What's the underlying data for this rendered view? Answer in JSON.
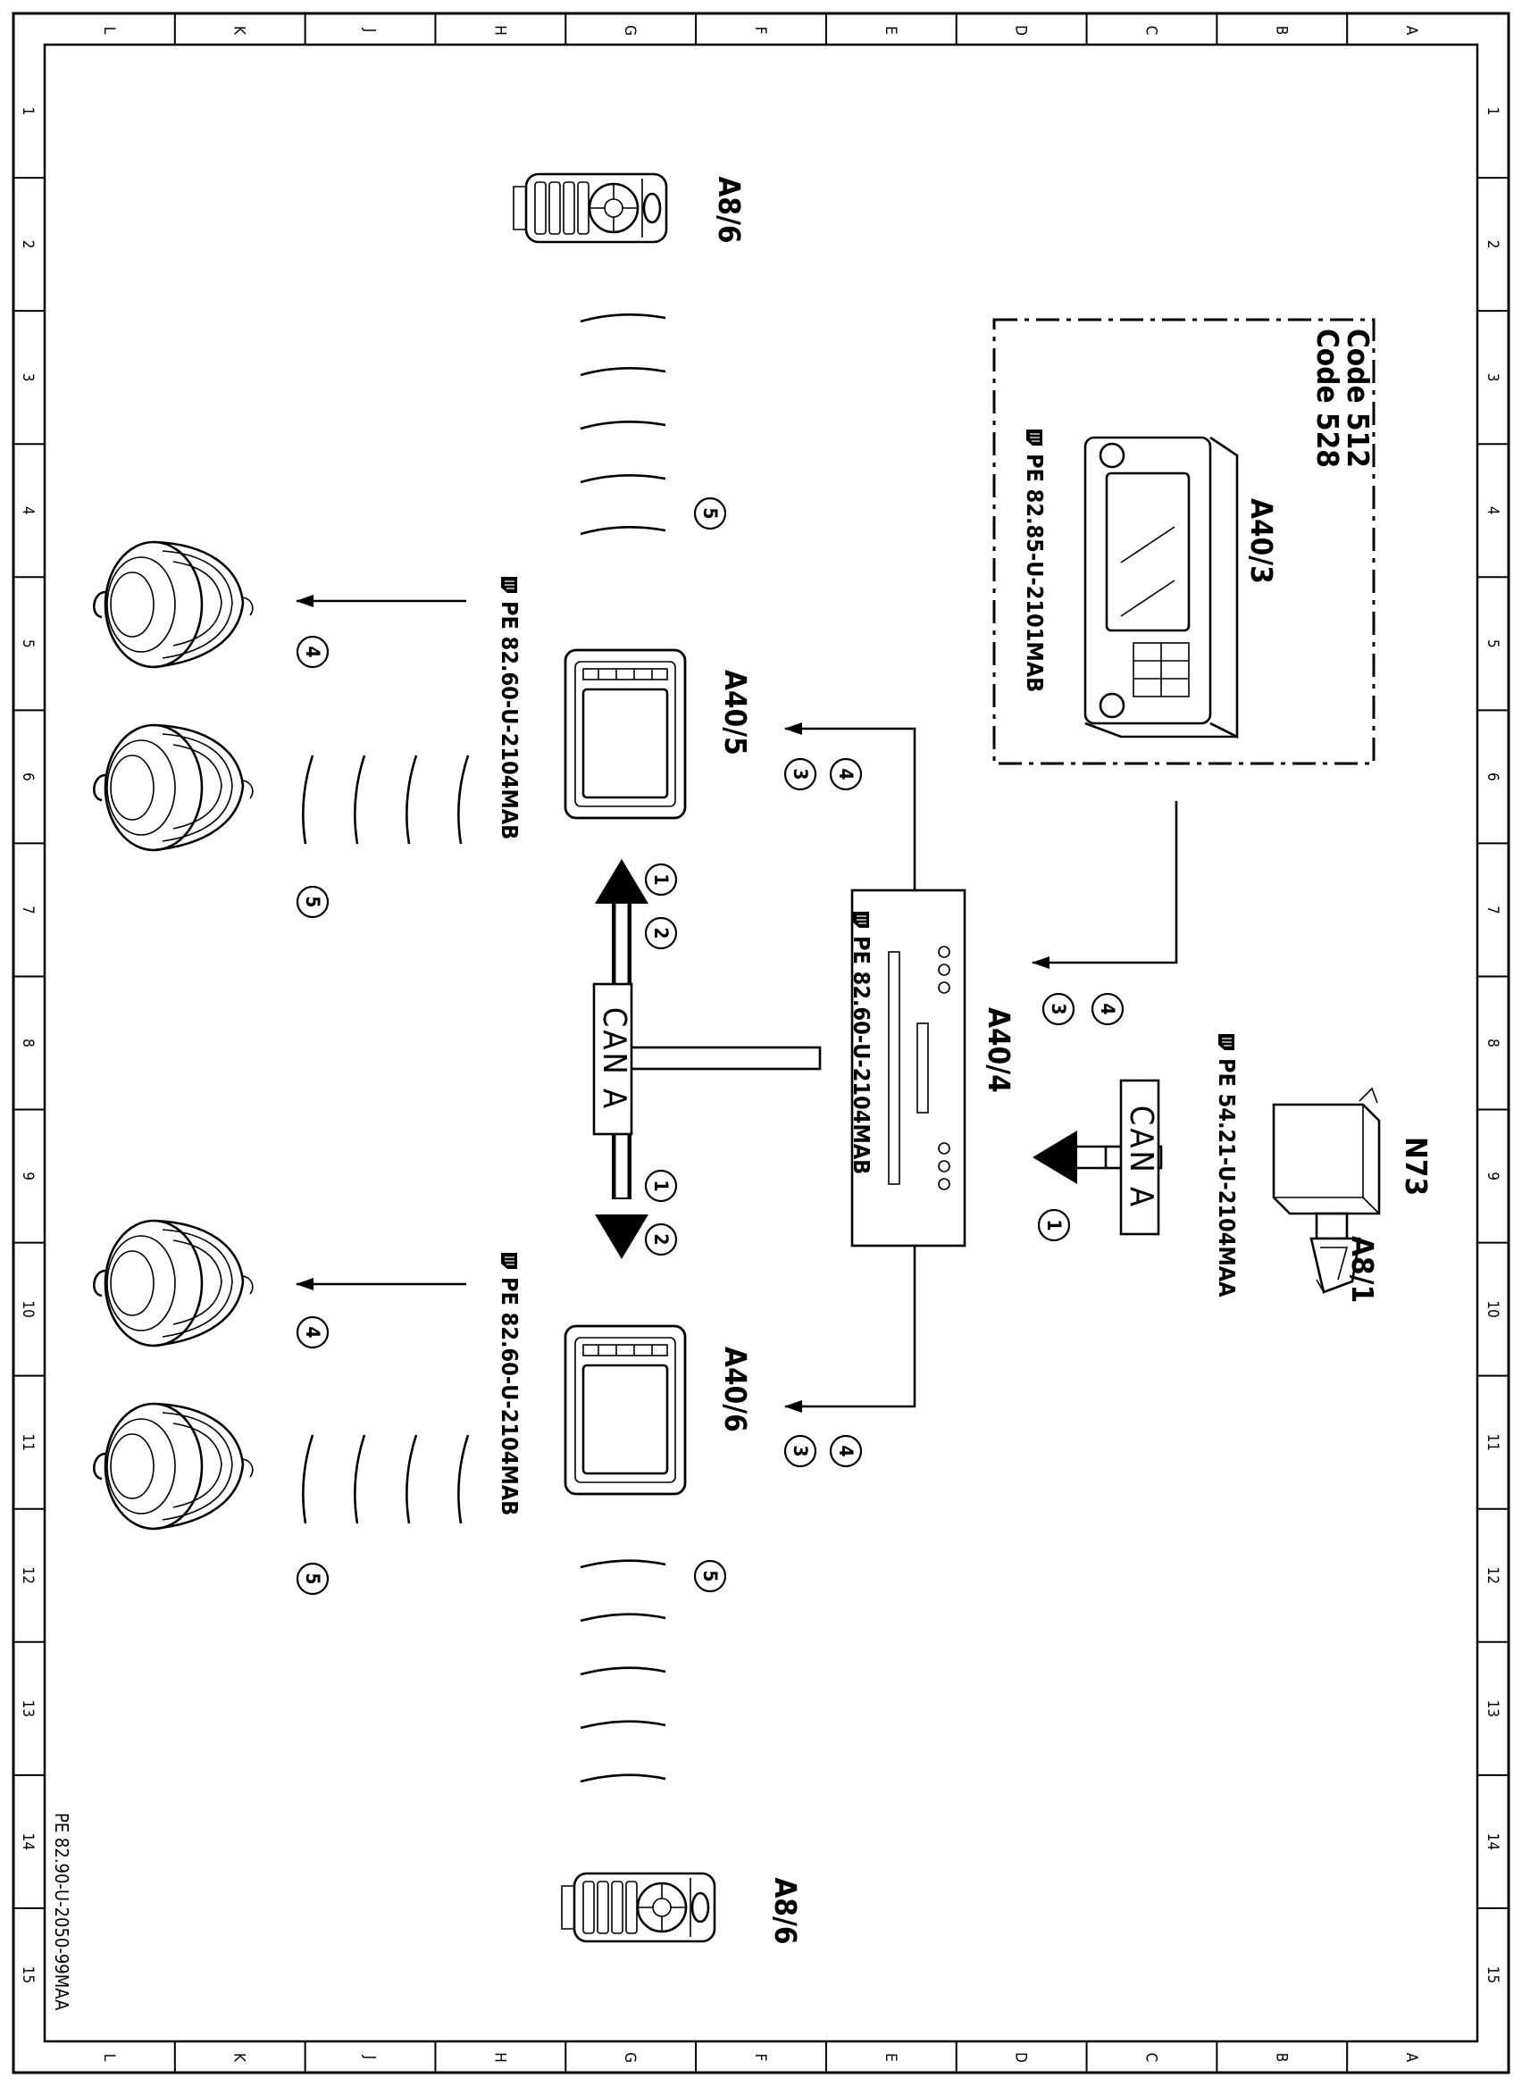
{
  "frame": {
    "columns": [
      "A",
      "B",
      "C",
      "D",
      "E",
      "F",
      "G",
      "H",
      "J",
      "K",
      "L"
    ],
    "rows": [
      "1",
      "2",
      "3",
      "4",
      "5",
      "6",
      "7",
      "8",
      "9",
      "10",
      "11",
      "12",
      "13",
      "14",
      "15"
    ]
  },
  "components": {
    "remote_top": {
      "label": "A8/6"
    },
    "remote_bottom": {
      "label": "A8/6"
    },
    "control_unit": {
      "label": "A40/3",
      "code1": "Code 512",
      "code2": "Code 528",
      "ref": "PE 82.85-U-2101MAB"
    },
    "display_upper": {
      "label": "A40/5",
      "ref": "PE 82.60-U-2104MAB"
    },
    "display_lower": {
      "label": "A40/6",
      "ref": "PE 82.60-U-2104MAB"
    },
    "dvd_player": {
      "label": "A40/4",
      "ref": "PE 82.60-U-2104MAB"
    },
    "switch_unit": {
      "label1": "N73",
      "label2": "A8/1",
      "ref": "PE 54.21-U-2104MAA"
    }
  },
  "bus_label": "CAN A",
  "signal_numbers": [
    "1",
    "2",
    "3",
    "4",
    "5"
  ],
  "document_id": "PE 82.90-U-2050-99MAA"
}
